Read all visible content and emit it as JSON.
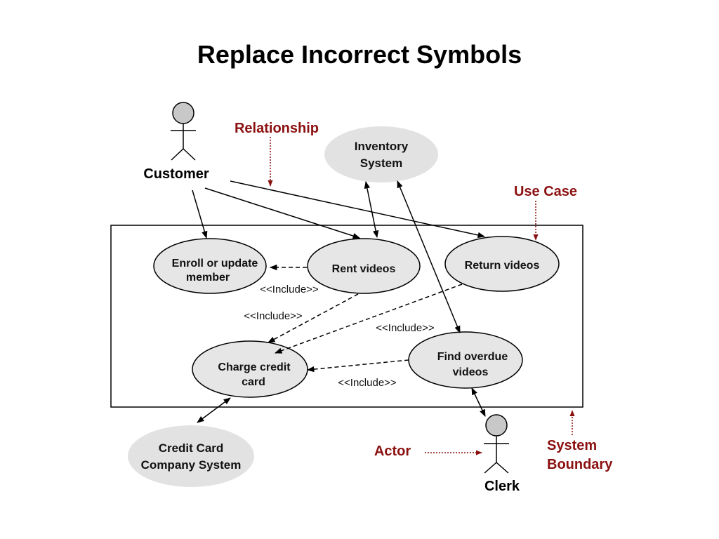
{
  "title": "Replace Incorrect Symbols",
  "actors": {
    "customer": "Customer",
    "clerk": "Clerk"
  },
  "external_systems": {
    "inventory_line1": "Inventory",
    "inventory_line2": "System",
    "credit_line1": "Credit Card",
    "credit_line2": "Company System"
  },
  "use_cases": {
    "enroll_line1": "Enroll or update",
    "enroll_line2": "member",
    "rent": "Rent videos",
    "return": "Return videos",
    "charge_line1": "Charge credit",
    "charge_line2": "card",
    "overdue_line1": "Find overdue",
    "overdue_line2": "videos"
  },
  "include_labels": {
    "rent_enroll": "<<Include>>",
    "rent_charge": "<<Include>>",
    "return_charge": "<<Include>>",
    "overdue_charge": "<<Include>>"
  },
  "annotations": {
    "relationship": "Relationship",
    "use_case": "Use Case",
    "actor": "Actor",
    "system_line1": "System",
    "system_line2": "Boundary"
  },
  "colors": {
    "annotation": "#8b1010",
    "usecase_fill": "#e6e6e6",
    "external_fill": "#e2e2e2",
    "actor_head": "#c8c8c8"
  }
}
